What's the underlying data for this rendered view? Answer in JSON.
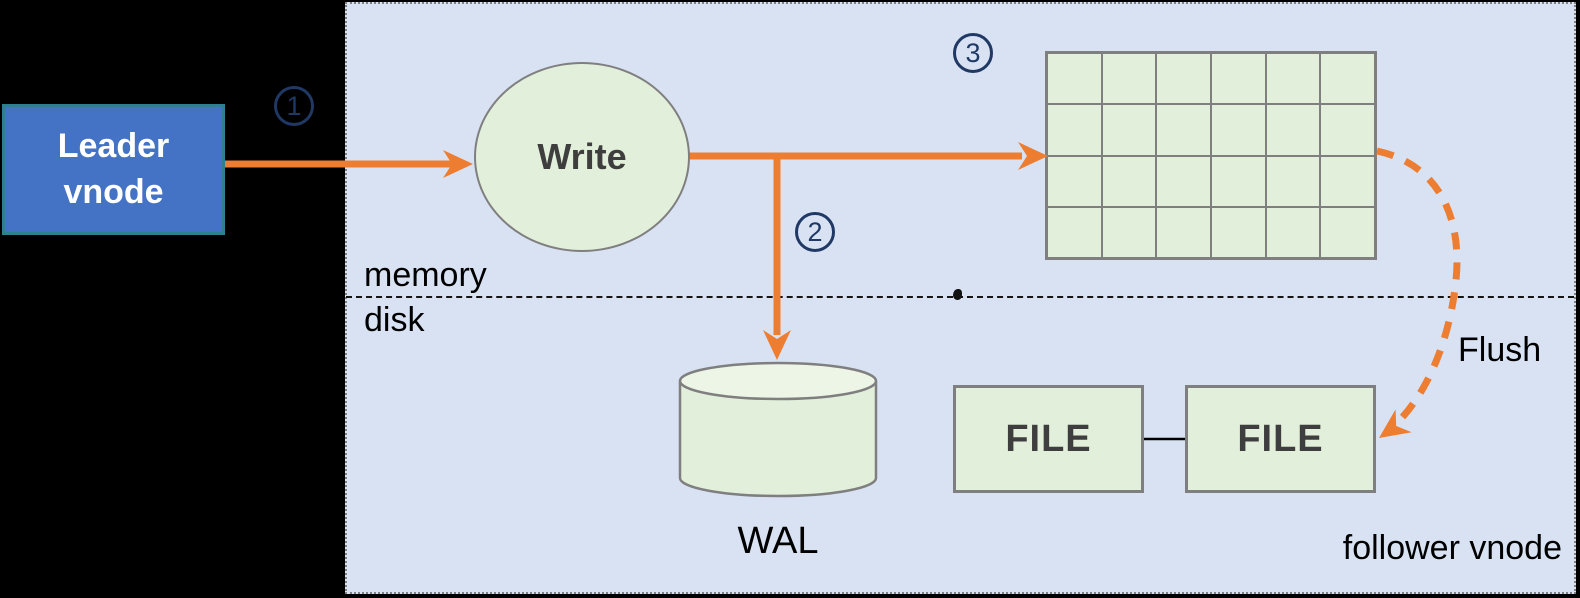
{
  "colors": {
    "background_black": "#000000",
    "panel_bg": "#D9E2F3",
    "accent_orange": "#ED7D31",
    "node_green": "#E2EFDA",
    "node_green_light": "#EDF5E7",
    "node_border_gray": "#7F7F7F",
    "leader_blue": "#4472C4",
    "leader_border_teal": "#2E7F8F",
    "step_navy": "#1F3864"
  },
  "leader_node": {
    "label": "Leader vnode"
  },
  "write_node": {
    "label": "Write"
  },
  "steps": [
    {
      "number": "1"
    },
    {
      "number": "2"
    },
    {
      "number": "3"
    }
  ],
  "layers": {
    "memory_label": "memory",
    "disk_label": "disk"
  },
  "memtable": {
    "rows": 4,
    "cols": 6
  },
  "wal_node": {
    "label": "WAL"
  },
  "file_nodes": [
    {
      "label": "FILE"
    },
    {
      "label": "FILE"
    }
  ],
  "flush_arrow": {
    "label": "Flush"
  },
  "panel": {
    "caption": "follower vnode"
  }
}
